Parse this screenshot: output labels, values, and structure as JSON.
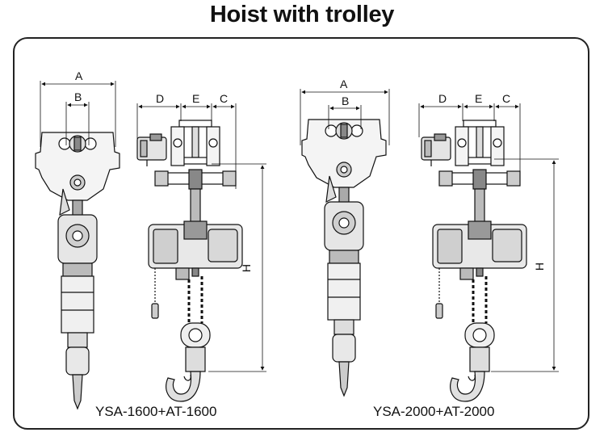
{
  "title": "Hoist with trolley",
  "labels": {
    "a": "A",
    "b": "B",
    "c": "C",
    "d": "D",
    "e": "E",
    "h": "H"
  },
  "models": [
    {
      "caption": "YSA-1600+AT-1600"
    },
    {
      "caption": "YSA-2000+AT-2000"
    }
  ]
}
